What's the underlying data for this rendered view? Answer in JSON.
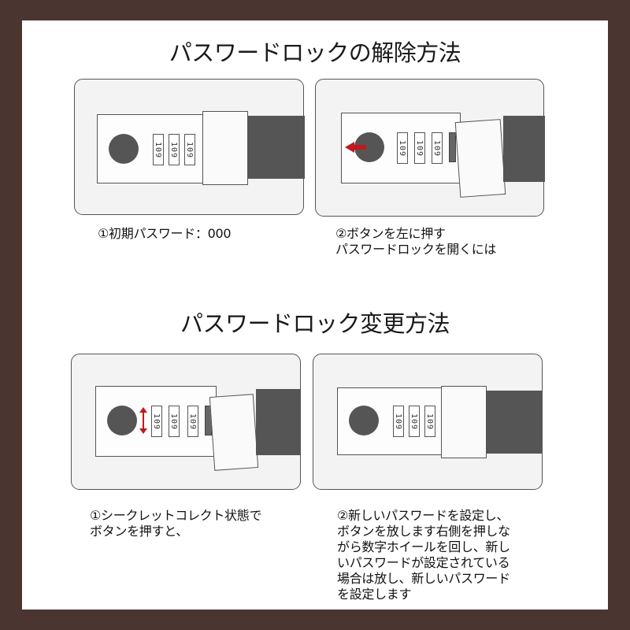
{
  "sections": {
    "unlock_title": "パスワードロックの解除方法",
    "change_title": "パスワードロック変更方法"
  },
  "steps": {
    "unlock_1": "①初期パスワード：000",
    "unlock_2_line1": "②ボタンを左に押す",
    "unlock_2_line2": "パスワードロックを開くには",
    "change_1_line1": "①シークレットコレクト状態で",
    "change_1_line2": "ボタンを押すと、",
    "change_2_lines": [
      "②新しいパスワードを設定し、",
      "ボタンを放します右側を押しな",
      "がら数字ホイールを回し、新し",
      "いパスワードが設定されている",
      "場合は放し、新しいパスワード",
      "を設定します"
    ]
  },
  "dial_digits": "109",
  "colors": {
    "frame": "#4a3530",
    "device_gray": "#555555",
    "arrow_red": "#c0191e"
  }
}
